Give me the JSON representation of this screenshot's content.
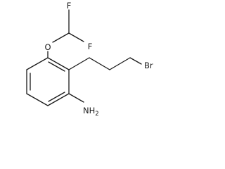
{
  "molecule": {
    "atoms": {
      "fluorine_top": "F",
      "fluorine_right": "F",
      "oxygen": "O",
      "bromine": "Br",
      "amine_n": "NH",
      "amine_h_count": "2"
    }
  }
}
